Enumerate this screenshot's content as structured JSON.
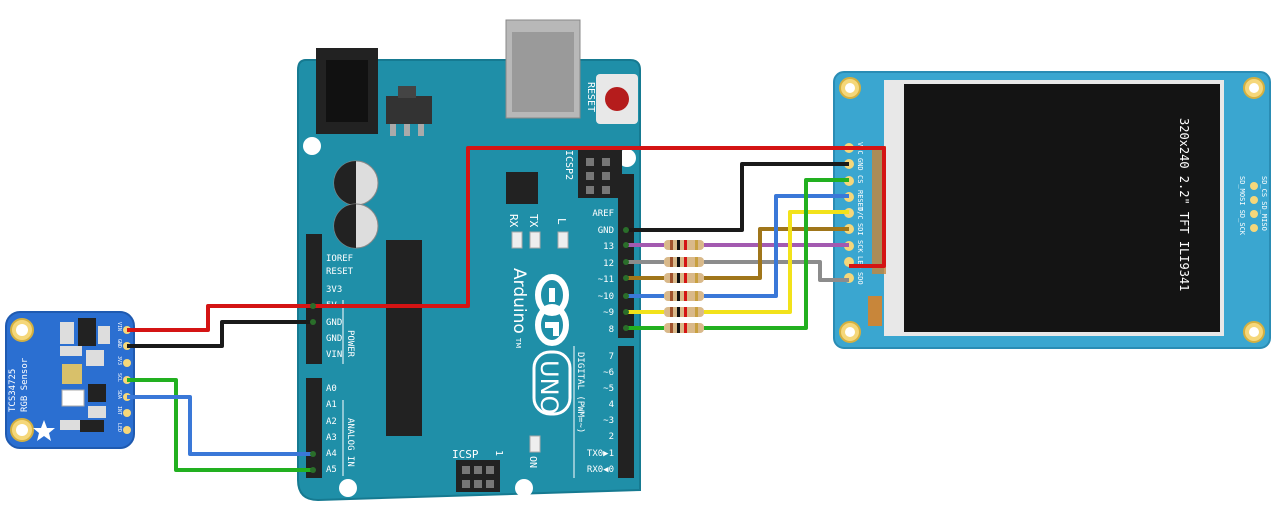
{
  "arduino": {
    "brand": "Arduino",
    "model": "UNO",
    "tm": "TM",
    "reset": "RESET",
    "icsp2": "ICSP2",
    "icsp": "ICSP",
    "icsp_one": "1",
    "on": "ON",
    "led_l": "L",
    "led_tx": "TX",
    "led_rx": "RX",
    "digital_label": "DIGITAL (PWM=~)",
    "power_label": "POWER",
    "analog_label": "ANALOG IN",
    "power_pins": [
      "IOREF",
      "RESET",
      "3V3",
      "5V",
      "GND",
      "GND",
      "VIN"
    ],
    "analog_pins": [
      "A0",
      "A1",
      "A2",
      "A3",
      "A4",
      "A5"
    ],
    "digital_top_pins": [
      "AREF",
      "GND",
      "13",
      "12",
      "~11",
      "~10",
      "~9",
      "8"
    ],
    "digital_bottom_pins": [
      "7",
      "~6",
      "~5",
      "4",
      "~3",
      "2",
      "TX0▶1",
      "RX0◀0"
    ]
  },
  "sensor": {
    "name": "TCS34725",
    "subtitle": "RGB Sensor",
    "pins": [
      "VIN",
      "GND",
      "3V3",
      "SCL",
      "SDA",
      "INT",
      "LED"
    ]
  },
  "display": {
    "label": "320x240 2.2\" TFT ILI9341",
    "pins": [
      "VCC",
      "GND",
      "CS",
      "RESET",
      "D/C",
      "SDI",
      "SCK",
      "LED",
      "SDO"
    ],
    "sd_pins_a": "SD_CS SD_MISO",
    "sd_pins_b": "SD_MOSI SD_SCK"
  },
  "colors": {
    "board": "#1f8fa8",
    "sensor_board": "#2b6fd1",
    "display_board": "#3aa6d0",
    "wire_red": "#d41414",
    "wire_black": "#1a1a1a",
    "wire_green": "#22b020",
    "wire_blue": "#3a78d8",
    "wire_yellow": "#f2e21a",
    "wire_purple": "#a35ab0",
    "wire_gray": "#8c8c8c",
    "wire_brown": "#a0761a"
  }
}
